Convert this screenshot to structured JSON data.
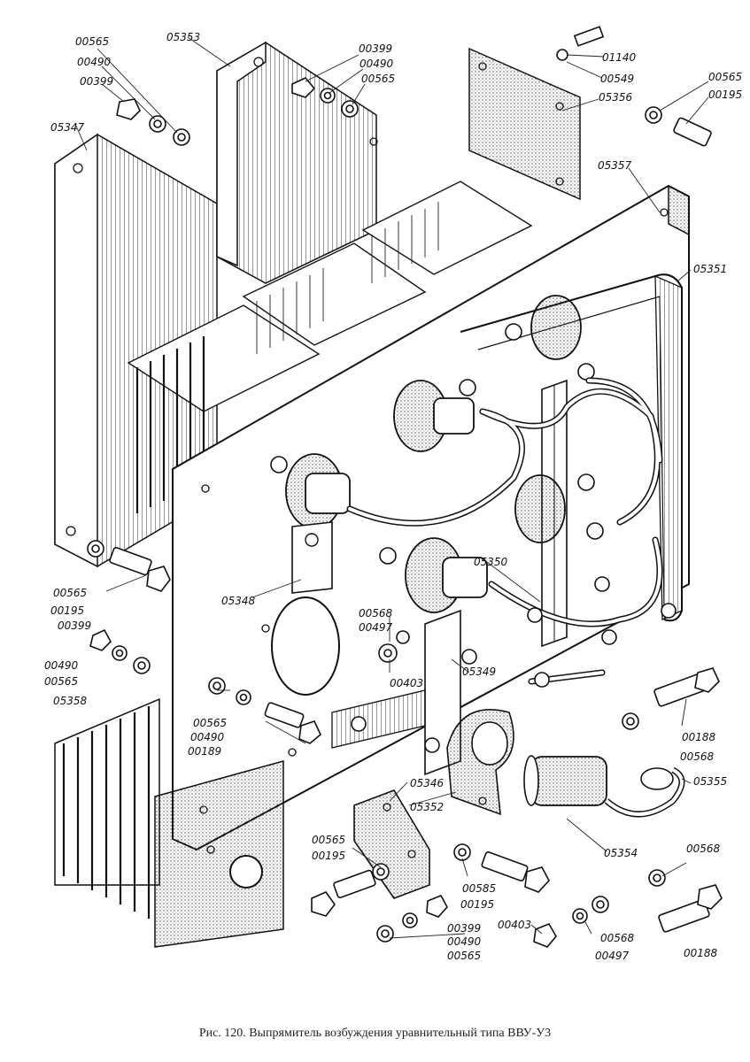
{
  "caption": "Рис. 120. Выпрямитель возбуждения уравнительный типа ВВУ-У3",
  "labels": {
    "l00565a": "00565",
    "l05353": "05353",
    "l00399a": "00399",
    "l00490a": "00490",
    "l00490b": "00490",
    "l00399b": "00399",
    "l00565b": "00565",
    "l01140": "01140",
    "l00549": "00549",
    "l05356": "05356",
    "l00565c": "00565",
    "l00195a": "00195",
    "l05347": "05347",
    "l05357": "05357",
    "l05351": "05351",
    "l00565d": "00565",
    "l00195b": "00195",
    "l05348": "05348",
    "l00399c": "00399",
    "l00490c": "00490",
    "l00565e": "00565",
    "l00568a": "00568",
    "l00497a": "00497",
    "l05350": "05350",
    "l00403a": "00403",
    "l05349": "05349",
    "l05358": "05358",
    "l00565f": "00565",
    "l00490d": "00490",
    "l00189": "00189",
    "l00188a": "00188",
    "l00568b": "00568",
    "l05346": "05346",
    "l05352": "05352",
    "l05355": "05355",
    "l00565g": "00565",
    "l00195c": "00195",
    "l05354": "05354",
    "l00585": "00585",
    "l00195d": "00195",
    "l00568c": "00568",
    "l00399d": "00399",
    "l00490e": "00490",
    "l00565h": "00565",
    "l00403b": "00403",
    "l00568d": "00568",
    "l00497b": "00497",
    "l00188b": "00188"
  }
}
